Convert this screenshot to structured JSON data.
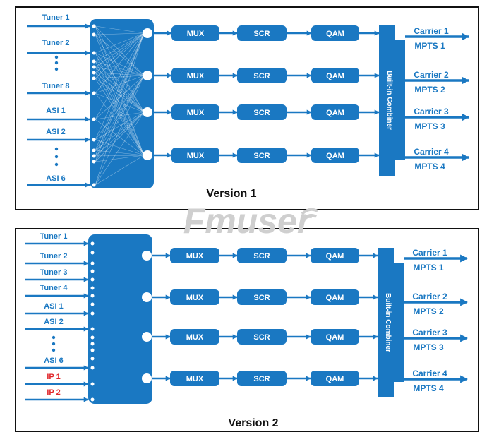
{
  "colors": {
    "accent": "#1a78c2",
    "ip_label": "#e0262a",
    "frame": "#111111",
    "watermark": "#cfcfcf"
  },
  "watermark": "Fmuser",
  "version1": {
    "title": "Version 1",
    "inputs": [
      {
        "label": "Tuner 1"
      },
      {
        "label": "Tuner 2"
      },
      {
        "label": "Tuner 8"
      },
      {
        "label": "ASI 1"
      },
      {
        "label": "ASI 2"
      },
      {
        "label": "ASI 6"
      }
    ],
    "chains": [
      {
        "mux": "MUX",
        "scr": "SCR",
        "qam": "QAM"
      },
      {
        "mux": "MUX",
        "scr": "SCR",
        "qam": "QAM"
      },
      {
        "mux": "MUX",
        "scr": "SCR",
        "qam": "QAM"
      },
      {
        "mux": "MUX",
        "scr": "SCR",
        "qam": "QAM"
      }
    ],
    "combiner": "Built-in Combiner",
    "outputs": [
      {
        "carrier": "Carrier 1",
        "mpts": "MPTS 1"
      },
      {
        "carrier": "Carrier 2",
        "mpts": "MPTS 2"
      },
      {
        "carrier": "Carrier 3",
        "mpts": "MPTS 3"
      },
      {
        "carrier": "Carrier 4",
        "mpts": "MPTS 4"
      }
    ]
  },
  "version2": {
    "title": "Version 2",
    "inputs": [
      {
        "label": "Tuner 1"
      },
      {
        "label": "Tuner 2"
      },
      {
        "label": "Tuner 3"
      },
      {
        "label": "Tuner 4"
      },
      {
        "label": "ASI 1"
      },
      {
        "label": "ASI 2"
      },
      {
        "label": "ASI 6"
      },
      {
        "label": "IP 1"
      },
      {
        "label": "IP 2"
      }
    ],
    "chains": [
      {
        "mux": "MUX",
        "scr": "SCR",
        "qam": "QAM"
      },
      {
        "mux": "MUX",
        "scr": "SCR",
        "qam": "QAM"
      },
      {
        "mux": "MUX",
        "scr": "SCR",
        "qam": "QAM"
      },
      {
        "mux": "MUX",
        "scr": "SCR",
        "qam": "QAM"
      }
    ],
    "combiner": "Built-in Combiner",
    "outputs": [
      {
        "carrier": "Carrier 1",
        "mpts": "MPTS 1"
      },
      {
        "carrier": "Carrier 2",
        "mpts": "MPTS 2"
      },
      {
        "carrier": "Carrier 3",
        "mpts": "MPTS 3"
      },
      {
        "carrier": "Carrier 4",
        "mpts": "MPTS 4"
      }
    ]
  }
}
